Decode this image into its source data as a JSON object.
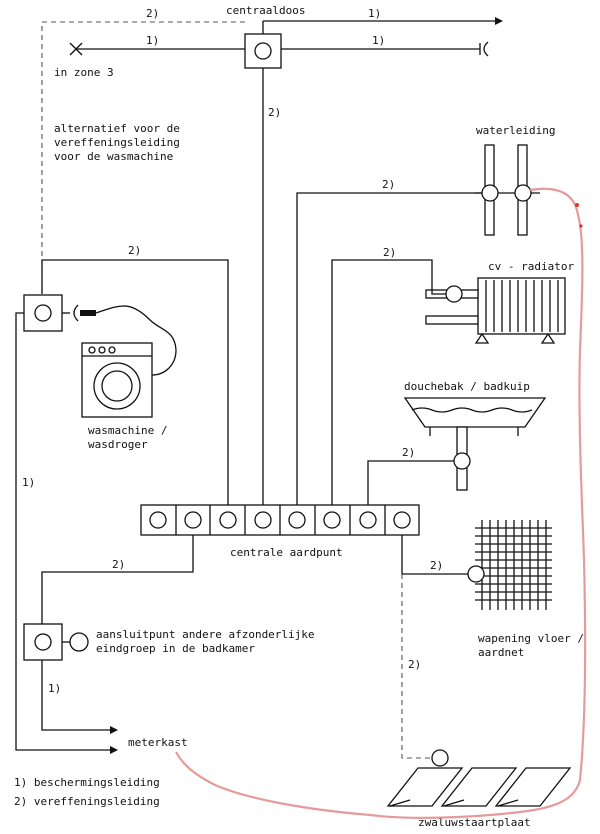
{
  "labels": {
    "centraaldoos": "centraaldoos",
    "in_zone_3": "in zone 3",
    "alternatief_1": "alternatief voor de",
    "alternatief_2": "vereffeningsleiding",
    "alternatief_3": "voor de wasmachine",
    "waterleiding": "waterleiding",
    "cv_radiator": "cv - radiator",
    "douchebak": "douchebak / badkuip",
    "wasmachine_1": "wasmachine /",
    "wasmachine_2": "wasdroger",
    "centrale_aardpunt": "centrale aardpunt",
    "aansluitpunt_1": "aansluitpunt andere afzonderlijke",
    "aansluitpunt_2": "eindgroep in de badkamer",
    "wapening_1": "wapening vloer /",
    "wapening_2": "aardnet",
    "meterkast": "meterkast",
    "zwaluwstaartplaat": "zwaluwstaartplaat"
  },
  "legend": {
    "item1": "1)  beschermingsleiding",
    "item2": "2)  vereffeningsleiding"
  },
  "markers": {
    "one": "1)",
    "two": "2)"
  }
}
